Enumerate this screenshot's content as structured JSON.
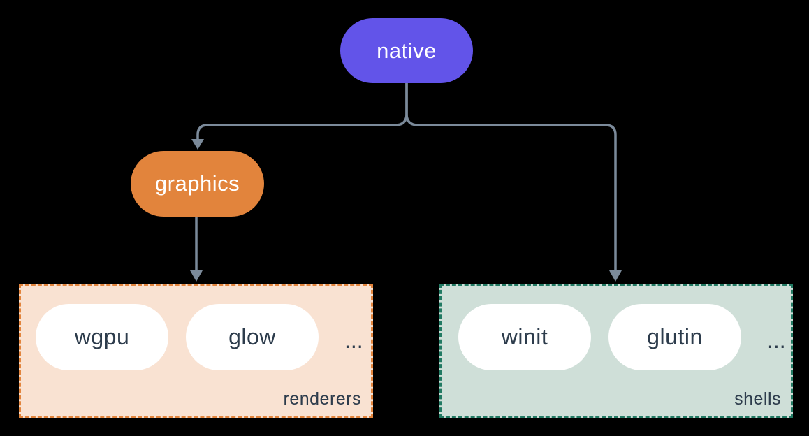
{
  "diagram": {
    "title_hint": "crate dependency diagram",
    "colors": {
      "background": "#000000",
      "arrow": "#7b8a9a",
      "dark_text": "#2d3c4c",
      "native_fill": "#6254e9",
      "graphics_fill": "#e2843c",
      "renderers_fill": "#f9e2d2",
      "renderers_border": "#e2843c",
      "shells_fill": "#cfdfd8",
      "shells_border": "#227a63",
      "leaf_fill": "#ffffff"
    },
    "root": {
      "label": "native"
    },
    "mid": {
      "label": "graphics"
    },
    "groups": [
      {
        "label": "renderers",
        "items": [
          "wgpu",
          "glow"
        ],
        "more": "..."
      },
      {
        "label": "shells",
        "items": [
          "winit",
          "glutin"
        ],
        "more": "..."
      }
    ]
  }
}
